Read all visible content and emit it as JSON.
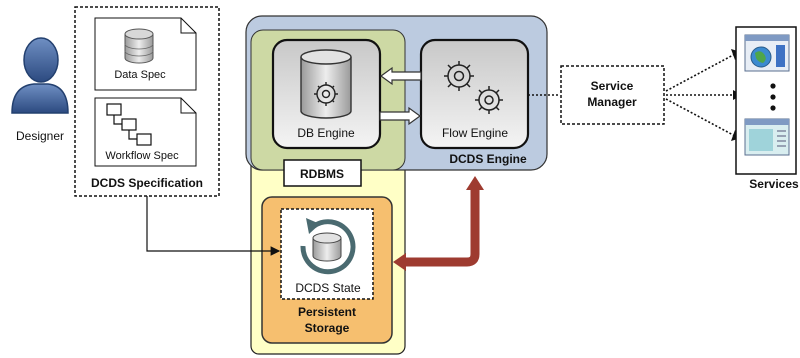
{
  "actors": {
    "designer": "Designer"
  },
  "specification": {
    "title": "DCDS Specification",
    "data_spec": "Data Spec",
    "workflow_spec": "Workflow Spec"
  },
  "engine": {
    "title": "DCDS Engine",
    "db_engine": "DB Engine",
    "flow_engine": "Flow Engine",
    "rdbms": "RDBMS"
  },
  "storage": {
    "state": "DCDS State",
    "title_line1": "Persistent",
    "title_line2": "Storage"
  },
  "service_manager": {
    "line1": "Service",
    "line2": "Manager"
  },
  "services": {
    "title": "Services"
  },
  "colors": {
    "engine_blue": "#bccbe0",
    "rdbms_green": "#cdd9a4",
    "storage_yellow": "#ffffc6",
    "persistent_orange": "#f6bf6f",
    "arrow_red": "#9e3b30"
  }
}
